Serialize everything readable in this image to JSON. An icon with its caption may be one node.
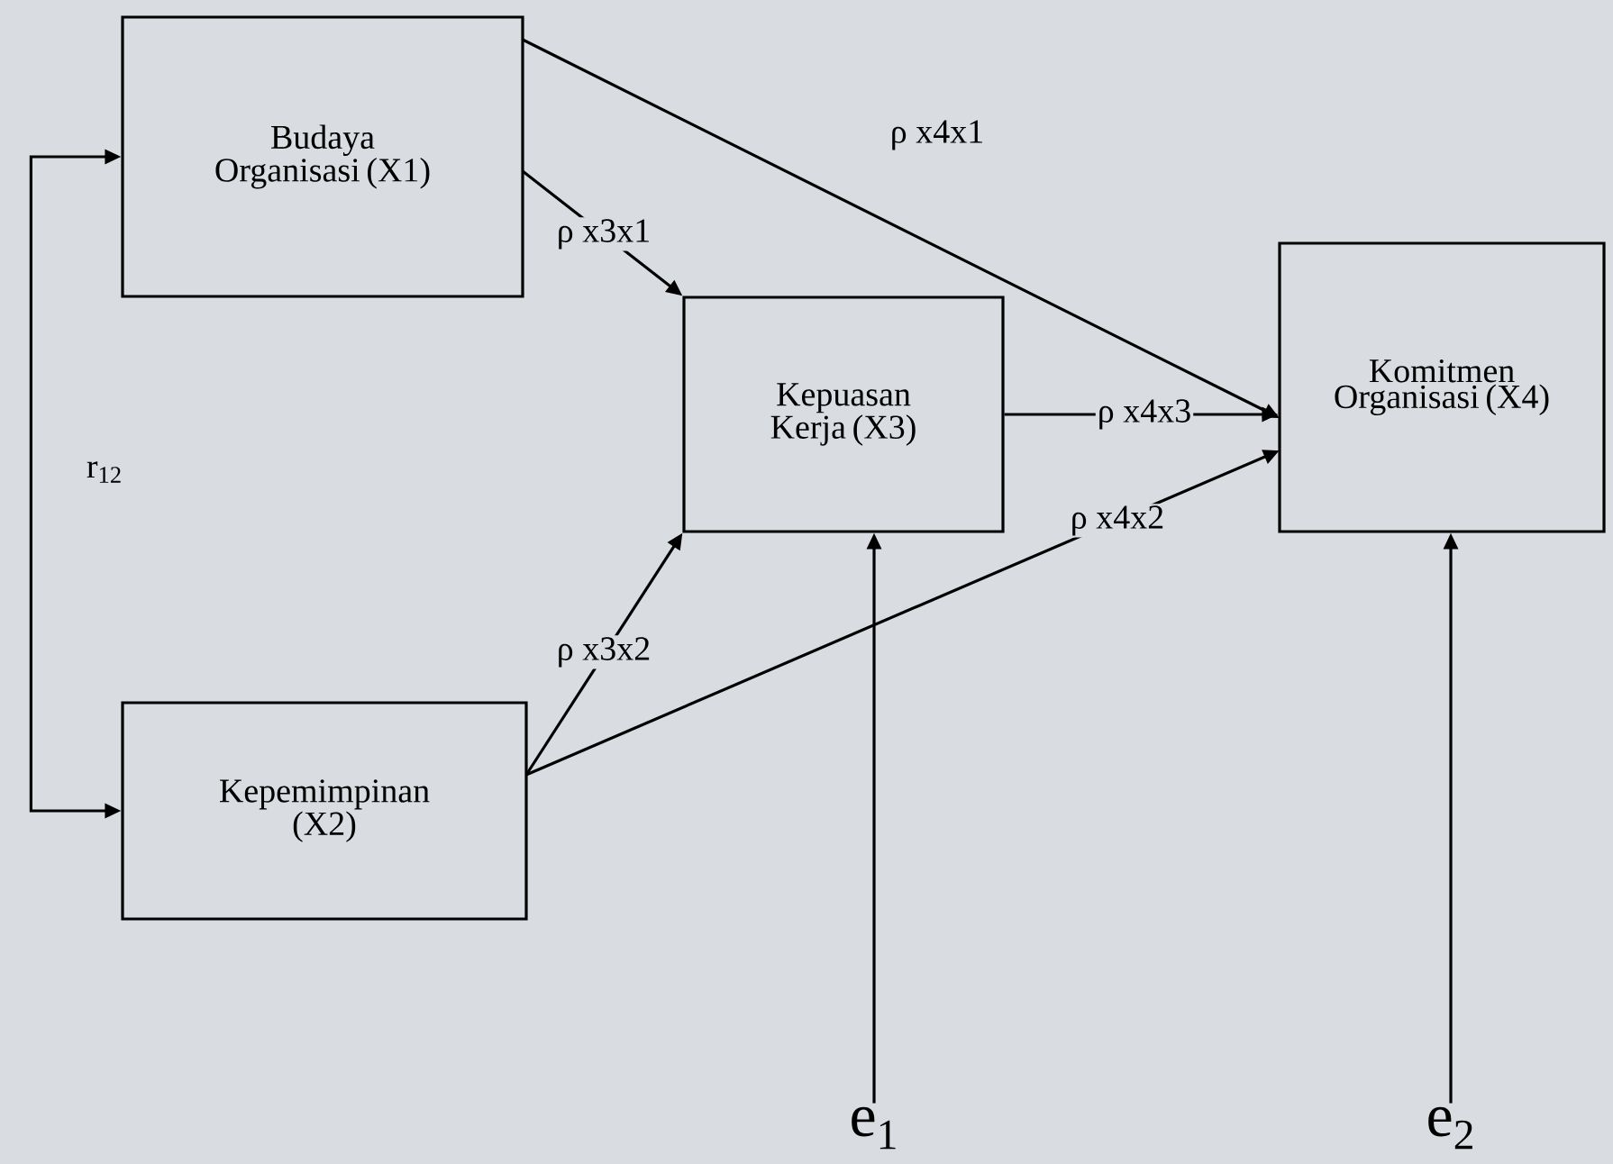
{
  "diagram": {
    "nodes": [
      {
        "text": [
          "Budaya Organisasi (X1)"
        ]
      },
      {
        "text": [
          "Kepemimpinan (X2)"
        ]
      },
      {
        "text": [
          "Kepuasan Kerja  (X3)"
        ]
      },
      {
        "text": [
          "Komitmen Organisasi (X4)"
        ]
      },
      {
        "text": [
          "e$_{1}$"
        ]
      },
      {
        "text": [
          "e$_{2}$"
        ]
      }
    ],
    "edges": [
      {
        "from": 0,
        "to": 1,
        "arrow": "both",
        "label": "r$_{12}$"
      },
      {
        "from": 0,
        "to": 3,
        "arrow": "to",
        "label": "ρ x4x1"
      },
      {
        "from": 0,
        "to": 2,
        "arrow": "to",
        "label": "ρ x3x1"
      },
      {
        "from": 2,
        "to": 3,
        "arrow": "to",
        "label": "ρ x4x3"
      },
      {
        "from": 1,
        "to": 2,
        "arrow": "to",
        "label": "ρ x3x2"
      },
      {
        "from": 1,
        "to": 3,
        "arrow": "to",
        "label": "ρ x4x2"
      },
      {
        "from": 4,
        "to": 2,
        "arrow": "to"
      },
      {
        "from": 5,
        "to": 3,
        "arrow": "to"
      }
    ]
  }
}
